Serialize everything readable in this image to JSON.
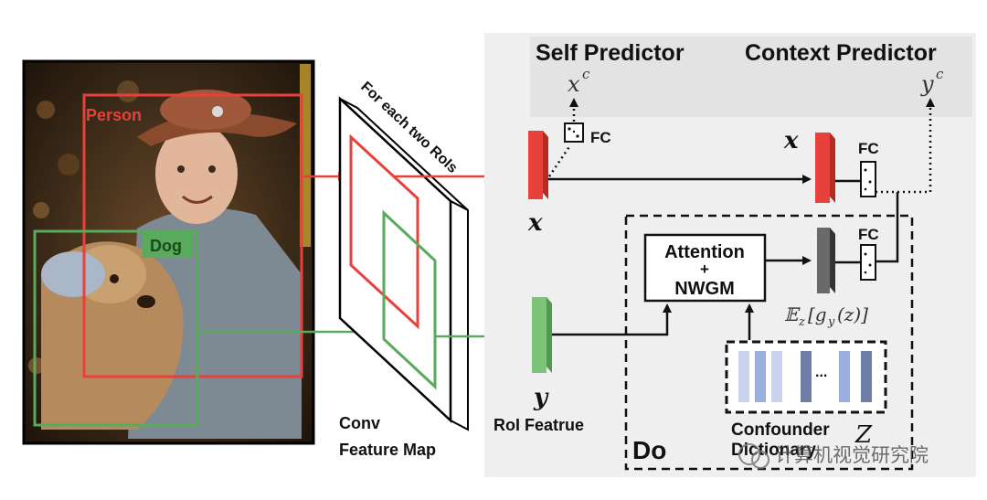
{
  "photo": {
    "person_label": "Person",
    "dog_label": "Dog"
  },
  "feature_map": {
    "rotated_caption": "For each two RoIs",
    "caption_line1": "Conv",
    "caption_line2": "Feature Map"
  },
  "predictors": {
    "self_title": "Self Predictor",
    "context_title": "Context Predictor",
    "self_output": "x",
    "self_output_sup": "c",
    "context_output": "y",
    "context_output_sup": "c"
  },
  "network": {
    "fc_label": "FC",
    "x_label": "x",
    "y_label": "y",
    "roi_feature_label": "RoI Featrue",
    "attention_line1": "Attention",
    "attention_line2": "+",
    "attention_line3": "NWGM",
    "expectation_label": "𝔼",
    "expectation_sub": "z",
    "expectation_rest": "[g",
    "expectation_sub2": "y",
    "expectation_tail": "(z)]",
    "confounder_line1": "Confounder",
    "confounder_line2": "Dictionary",
    "confounder_symbol": "Z",
    "dict_ellipsis": "...",
    "do_label": "Do"
  },
  "watermark": "计算机视觉研究院",
  "colors": {
    "red": "#e8403a",
    "green": "#5aaa5e",
    "predictor_bg": "#e6e6e6",
    "panel_bg": "#efefef",
    "dict_light": "#c9d3ee",
    "dict_mid": "#9aaee0",
    "dict_dark": "#6f7ea6"
  }
}
